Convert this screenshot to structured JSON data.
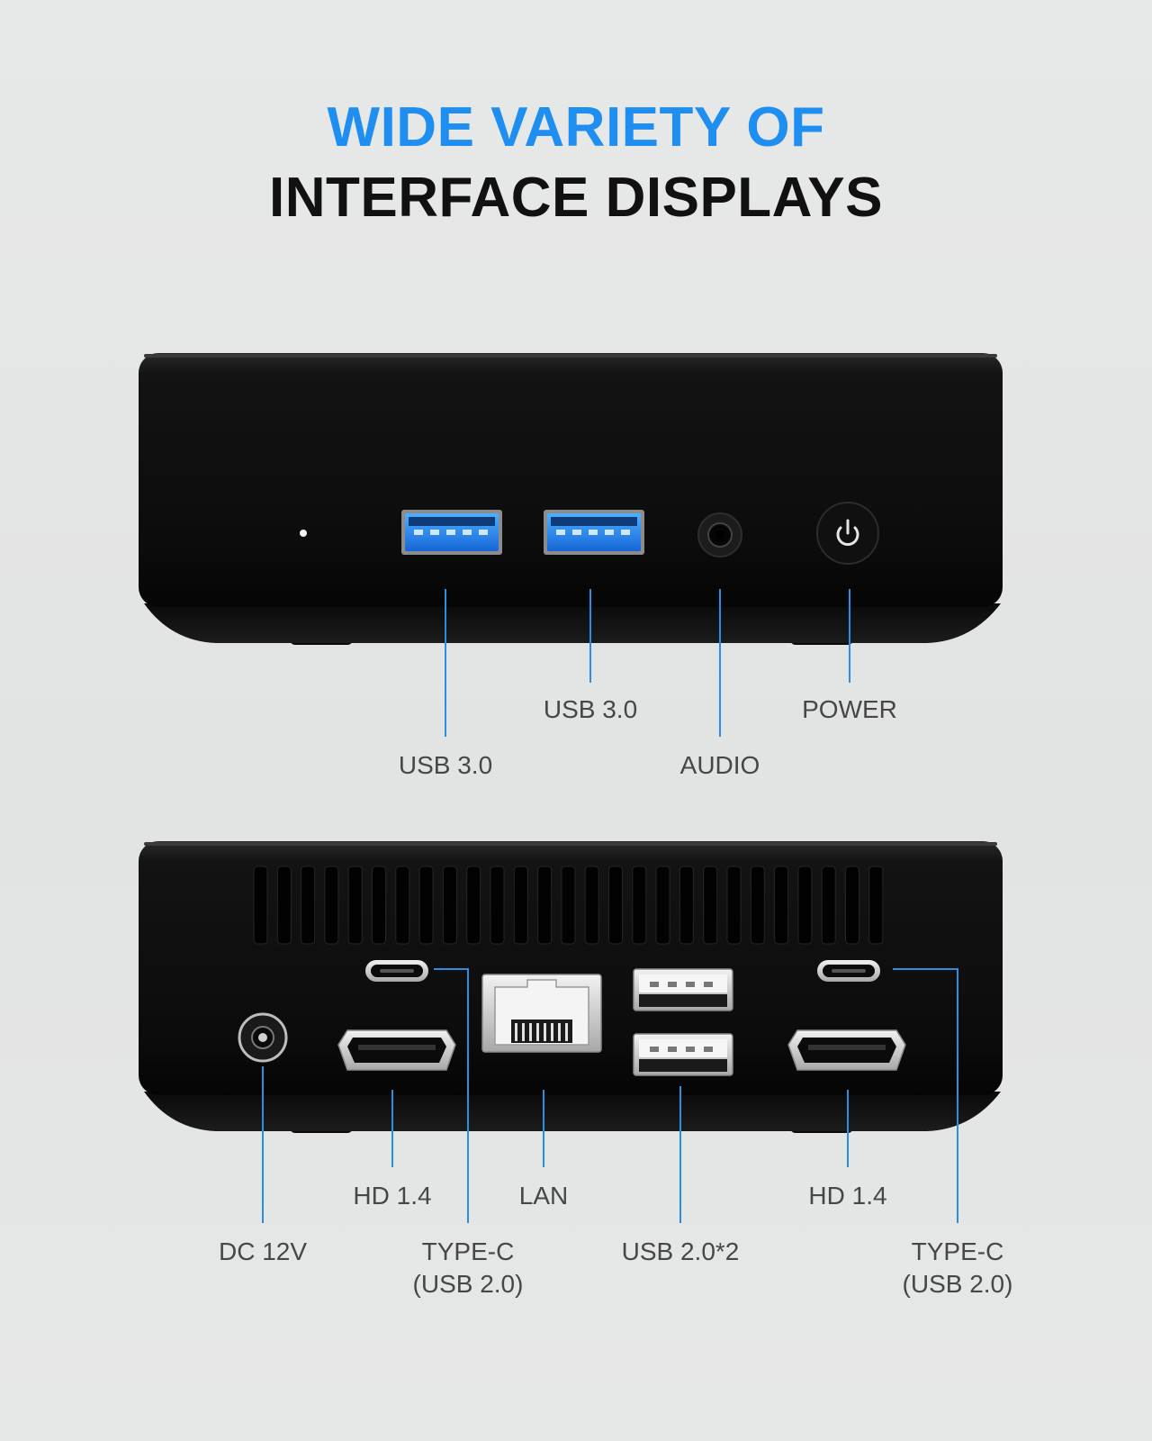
{
  "header": {
    "line1": "WIDE VARIETY OF",
    "line2": "INTERFACE DISPLAYS"
  },
  "front_panel": {
    "labels": {
      "usb3_left": "USB 3.0",
      "usb3_right": "USB 3.0",
      "audio": "AUDIO",
      "power": "POWER"
    }
  },
  "rear_panel": {
    "labels": {
      "dc": "DC 12V",
      "hdmi_left": "HD 1.4",
      "typec_left_line1": "TYPE-C",
      "typec_left_line2": "(USB 2.0)",
      "lan": "LAN",
      "usb2": "USB 2.0*2",
      "hdmi_right": "HD 1.4",
      "typec_right_line1": "TYPE-C",
      "typec_right_line2": "(USB 2.0)"
    }
  },
  "colors": {
    "accent": "#1e8ef0",
    "leader_line": "#2a8fe0",
    "device_body": "#111111",
    "background": "#e5e6e6"
  },
  "icons": [
    "power-icon",
    "audio-jack-icon",
    "usb-port-icon",
    "hdmi-port-icon",
    "ethernet-port-icon",
    "usb-c-port-icon",
    "dc-jack-icon",
    "led-indicator-icon"
  ]
}
